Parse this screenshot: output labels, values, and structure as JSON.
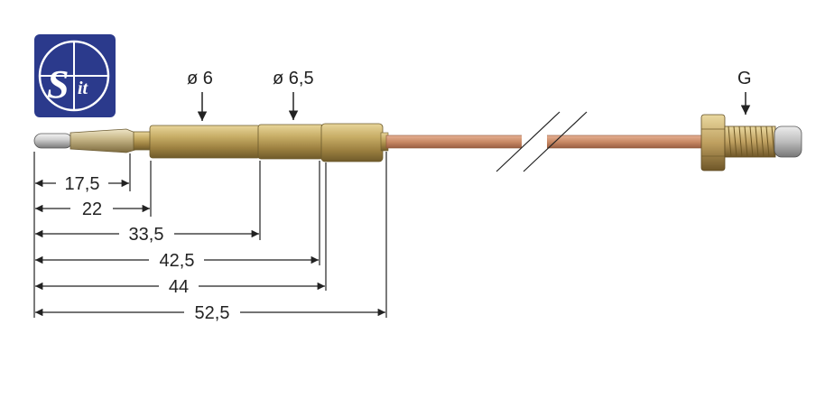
{
  "brand": {
    "logo_text": "Sit",
    "logo_color": "#2b3a8c"
  },
  "labels": {
    "diameter_1": "ø 6",
    "diameter_2": "ø 6,5",
    "thread": "G"
  },
  "dimensions": [
    {
      "value": "17,5"
    },
    {
      "value": "22"
    },
    {
      "value": "33,5"
    },
    {
      "value": "42,5"
    },
    {
      "value": "44"
    },
    {
      "value": "52,5"
    }
  ],
  "colors": {
    "brass": "#b49a55",
    "copper": "#c98a66",
    "line": "#222222"
  }
}
